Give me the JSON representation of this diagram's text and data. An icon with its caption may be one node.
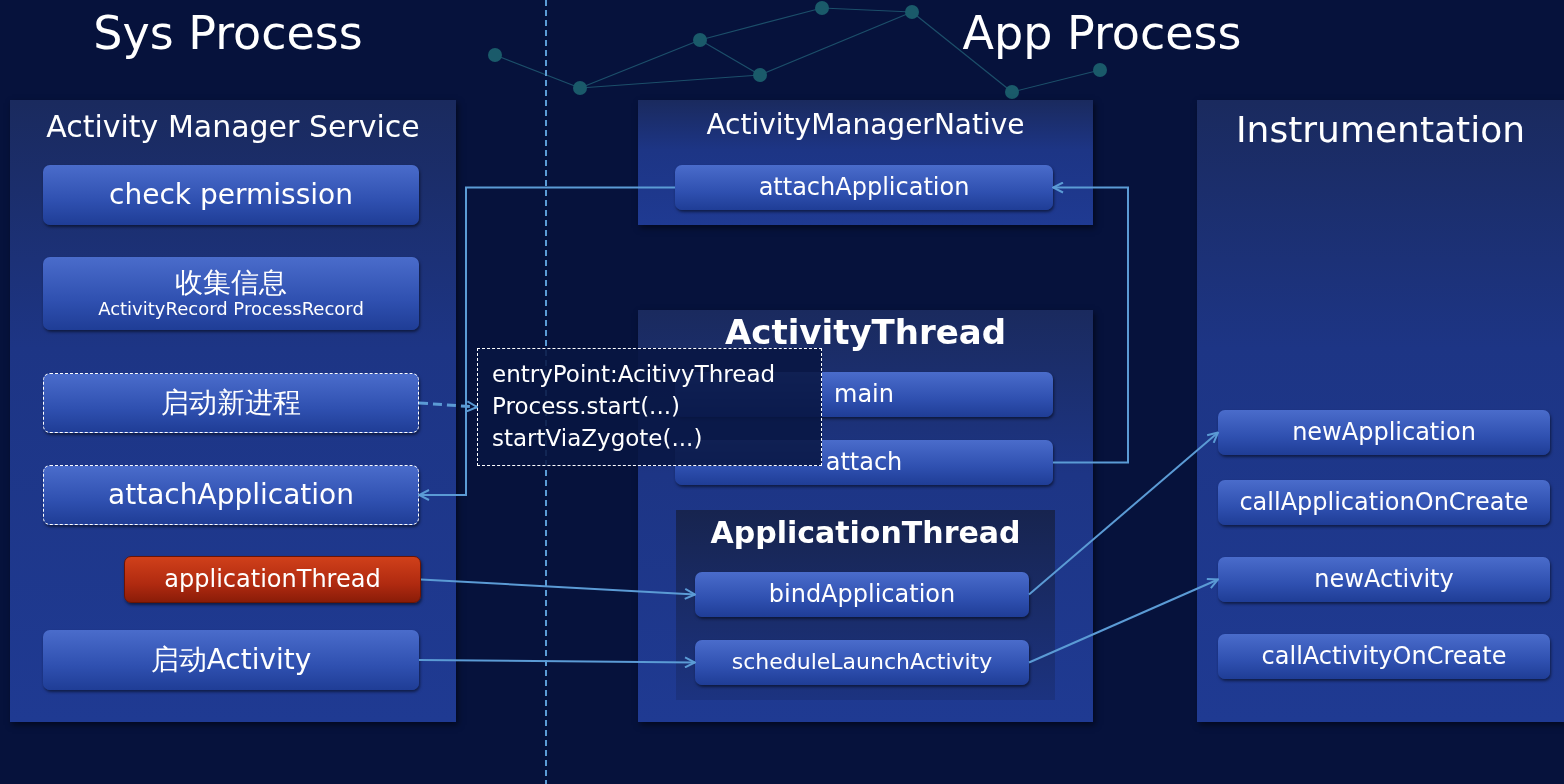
{
  "diagram": {
    "nodes": [
      {
        "text": [
          "Activity Manager Service"
        ]
      },
      {
        "text": [
          "check permission"
        ],
        "in": 0
      },
      {
        "text": [
          "收集信息",
          "ActivityRecord ProcessRecord"
        ],
        "in": 0
      },
      {
        "text": [
          "启动新进程"
        ],
        "in": 0
      },
      {
        "text": [
          "attachApplication"
        ],
        "in": 0
      },
      {
        "text": [
          "applicationThread"
        ],
        "in": 0
      },
      {
        "text": [
          "启动Activity"
        ],
        "in": 0
      },
      {
        "text": [
          "ActivityManagerNative"
        ]
      },
      {
        "text": [
          "attachApplication"
        ],
        "in": 7
      },
      {
        "text": [
          "ActivityThread"
        ]
      },
      {
        "text": [
          "main"
        ],
        "in": 9
      },
      {
        "text": [
          "attach"
        ],
        "in": 9
      },
      {
        "text": [
          "ApplicationThread"
        ],
        "in": 9
      },
      {
        "text": [
          "bindApplication"
        ],
        "in": 12
      },
      {
        "text": [
          "scheduleLaunchActivity"
        ],
        "in": 12
      },
      {
        "text": [
          "Instrumentation"
        ]
      },
      {
        "text": [
          "newApplication"
        ],
        "in": 15
      },
      {
        "text": [
          "callApplicationOnCreate"
        ],
        "in": 15
      },
      {
        "text": [
          "newActivity"
        ],
        "in": 15
      },
      {
        "text": [
          "callActivityOnCreate"
        ],
        "in": 15
      },
      {
        "text": [
          "entryPoint:AcitivyThread",
          "Process.start(...)",
          "startViaZygote(...)"
        ]
      }
    ],
    "edges": [
      {
        "from": 3,
        "to": 20,
        "arrow": "to",
        "style": "dashed"
      },
      {
        "from": 8,
        "to": 4,
        "arrow": "to"
      },
      {
        "from": 11,
        "to": 8,
        "arrow": "to"
      },
      {
        "from": 5,
        "to": 13,
        "arrow": "to"
      },
      {
        "from": 6,
        "to": 14,
        "arrow": "to"
      },
      {
        "from": 13,
        "to": 16,
        "arrow": "to"
      },
      {
        "from": 14,
        "to": 18,
        "arrow": "to"
      }
    ],
    "labels": [
      "Sys Process",
      "App Process"
    ]
  }
}
